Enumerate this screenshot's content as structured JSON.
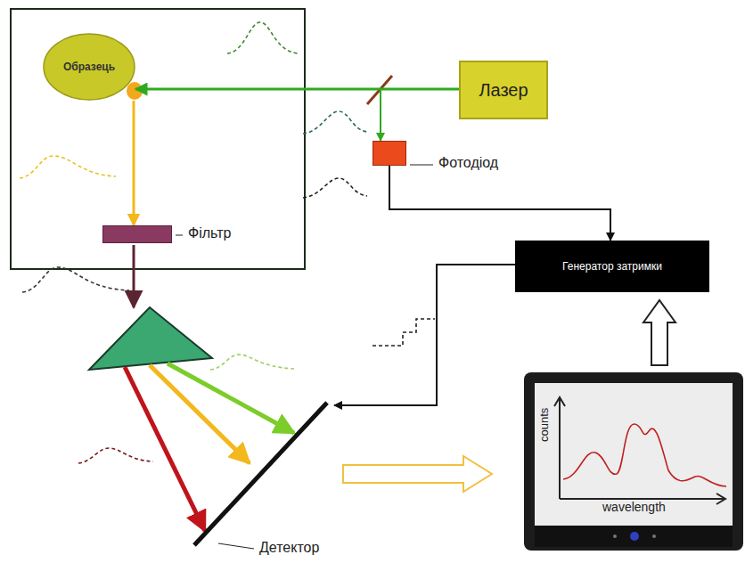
{
  "diagram": {
    "nodes": [
      {
        "text": [
          "Образець"
        ]
      },
      {
        "text": [
          "Лазер"
        ]
      },
      {
        "text": [
          "Фотодіод"
        ]
      },
      {
        "text": [
          "Фільтр"
        ]
      },
      {
        "text": [
          "Генератор затримки"
        ]
      },
      {
        "text": [
          "Детектор"
        ]
      }
    ],
    "edges": [
      {
        "from": 1,
        "to": 0,
        "arrow": "to"
      },
      {
        "from": 1,
        "to": 2,
        "arrow": "to"
      },
      {
        "from": 0,
        "to": 3,
        "arrow": "to"
      },
      {
        "from": 2,
        "to": 4,
        "arrow": "to"
      },
      {
        "from": 4,
        "to": 5,
        "arrow": "to"
      }
    ],
    "labels": [
      "counts",
      "wavelength"
    ]
  }
}
